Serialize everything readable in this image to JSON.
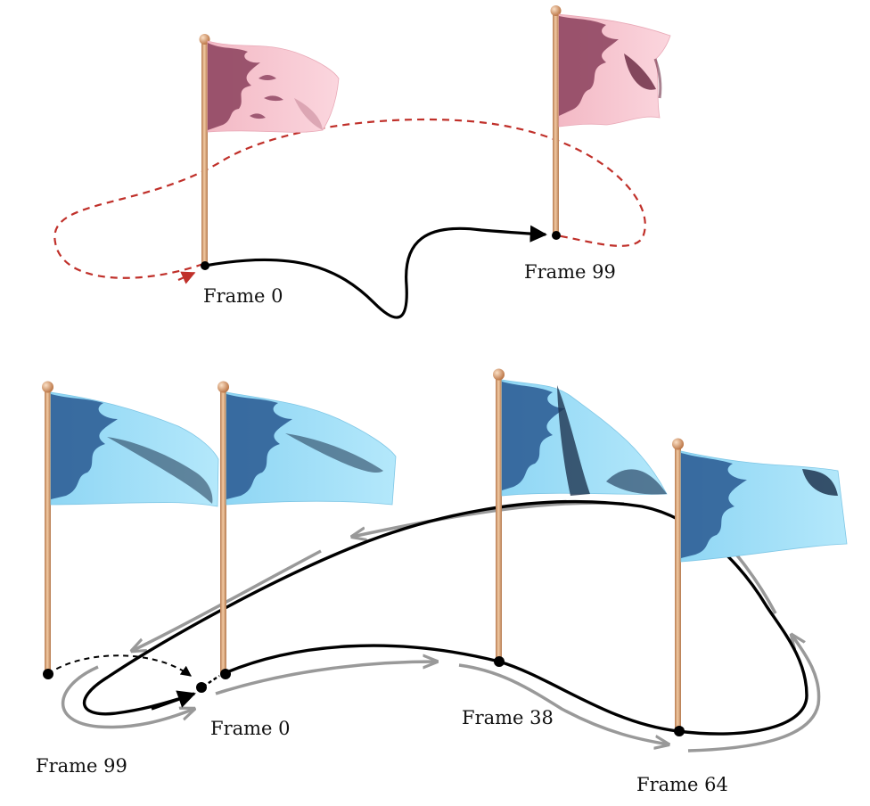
{
  "top_panel": {
    "labels": {
      "start": "Frame 0",
      "end": "Frame 99"
    },
    "colors": {
      "flag_light": "#f7c9d2",
      "flag_dark": "#8a3f5c",
      "trajectory": "#000000",
      "loop_path": "#c0302a"
    }
  },
  "bottom_panel": {
    "labels": {
      "frame99": "Frame 99",
      "frame0": "Frame 0",
      "frame38": "Frame 38",
      "frame64": "Frame 64"
    },
    "colors": {
      "flag_light": "#9fdcf5",
      "flag_dark": "#2f5f97",
      "trajectory": "#000000",
      "direction_arrows": "#999999"
    }
  },
  "pole": {
    "color": "#e6b488",
    "knob": "#d99a66"
  }
}
